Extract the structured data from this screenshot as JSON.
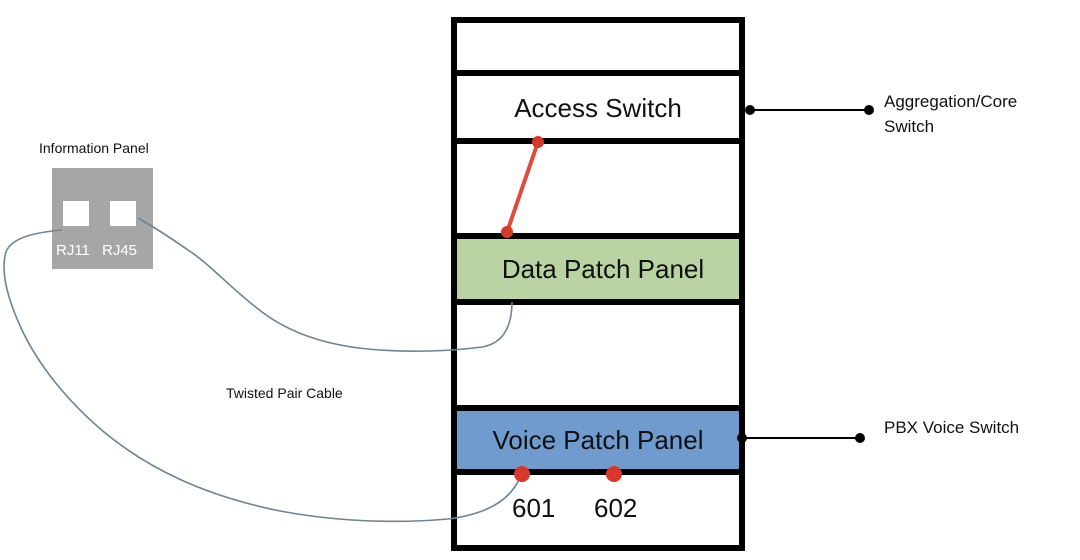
{
  "rack": {
    "access_switch": "Access Switch",
    "data_patch_panel": "Data Patch Panel",
    "voice_patch_panel": "Voice Patch Panel",
    "ports": [
      "601",
      "602"
    ]
  },
  "info_panel": {
    "title": "Information Panel",
    "ports": [
      "RJ11",
      "RJ45"
    ]
  },
  "cable_label": "Twisted Pair Cable",
  "uplinks": {
    "aggregation_core_line1": "Aggregation/Core",
    "aggregation_core_line2": "Switch",
    "pbx": "PBX Voice Switch"
  },
  "colors": {
    "data_panel": "#b9d3a3",
    "voice_panel": "#6f9bce",
    "info_panel": "#a6a6a6",
    "patch_cord": "#e04a3a",
    "port_dot": "#d8382a",
    "cable": "#6b8498"
  }
}
